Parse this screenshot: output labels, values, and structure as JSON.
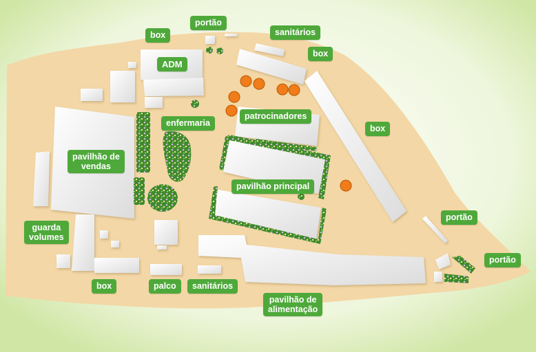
{
  "map": {
    "labels": {
      "box_top": "box",
      "portao_top": "portão",
      "sanitarios_top": "sanitários",
      "box_right_top": "box",
      "adm": "ADM",
      "patrocinadores": "patrocinadores",
      "enfermaria": "enfermaria",
      "box_right": "box",
      "pavilhao_vendas_1": "pavilhão de",
      "pavilhao_vendas_2": "vendas",
      "pavilhao_principal": "pavilhão principal",
      "portao_right": "portão",
      "guarda_volumes_1": "guarda",
      "guarda_volumes_2": "volumes",
      "portao_far_right": "portão",
      "box_bottom": "box",
      "palco": "palco",
      "sanitarios_bottom": "sanitários",
      "pavilhao_alimentacao_1": "pavilhão de",
      "pavilhao_alimentacao_2": "alimentação"
    },
    "colors": {
      "background": "#e7f2cf",
      "ground": "#f3d7a6",
      "building": "#f2f2f2",
      "label": "#4ea93a",
      "tree": "#3d8a2a",
      "umbrella": "#f07d1a"
    }
  }
}
